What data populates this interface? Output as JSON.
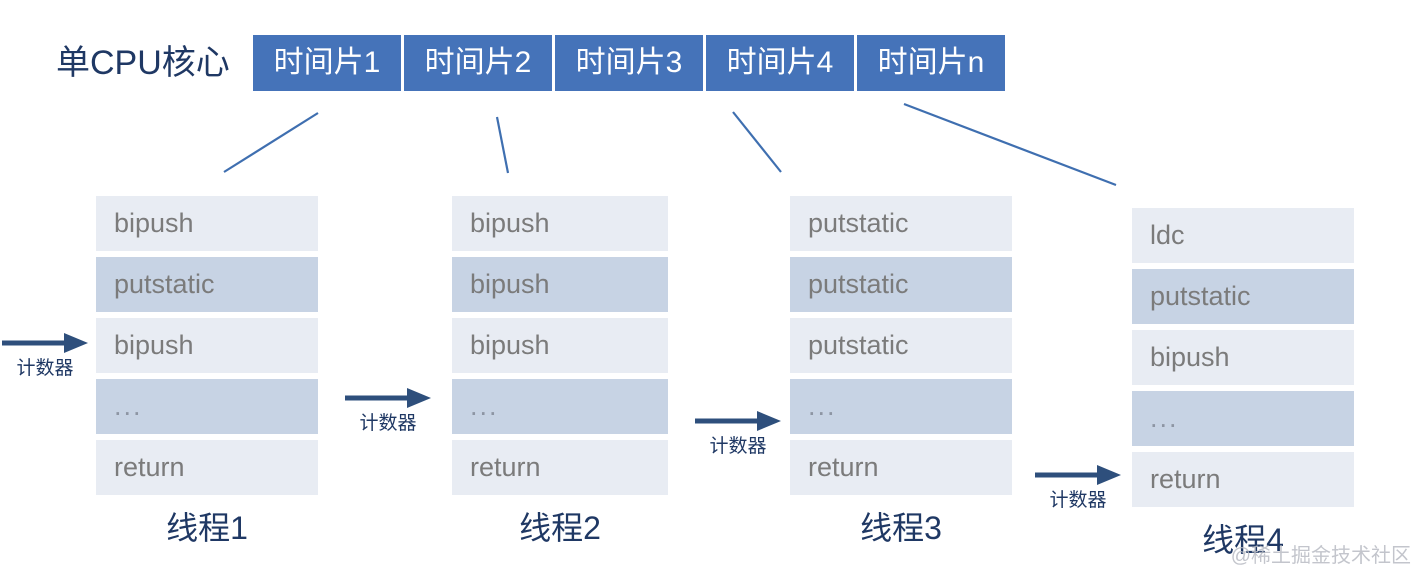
{
  "diagram": {
    "cpu_label": "单CPU核心",
    "timeslices": [
      {
        "label": "时间片1"
      },
      {
        "label": "时间片2"
      },
      {
        "label": "时间片3"
      },
      {
        "label": "时间片4"
      },
      {
        "label": "时间片n"
      }
    ],
    "threads": [
      {
        "label": "线程1",
        "ops": [
          "bipush",
          "putstatic",
          "bipush",
          "...",
          "return"
        ]
      },
      {
        "label": "线程2",
        "ops": [
          "bipush",
          "bipush",
          "bipush",
          "...",
          "return"
        ]
      },
      {
        "label": "线程3",
        "ops": [
          "putstatic",
          "putstatic",
          "putstatic",
          "...",
          "return"
        ]
      },
      {
        "label": "线程4",
        "ops": [
          "ldc",
          "putstatic",
          "bipush",
          "...",
          "return"
        ]
      }
    ],
    "counters": [
      {
        "label": "计数器"
      },
      {
        "label": "计数器"
      },
      {
        "label": "计数器"
      },
      {
        "label": "计数器"
      }
    ],
    "watermark": "@稀土掘金技术社区",
    "colors": {
      "timeslice_fill": "#4573b9",
      "timeslice_text": "#ffffff",
      "heading_text": "#1f3864",
      "row_light": "#e8ecf3",
      "row_dark": "#c7d3e4",
      "row_text": "#7b7b7b",
      "connector_line": "#3f6fb0",
      "arrow": "#2e4f7c"
    }
  }
}
